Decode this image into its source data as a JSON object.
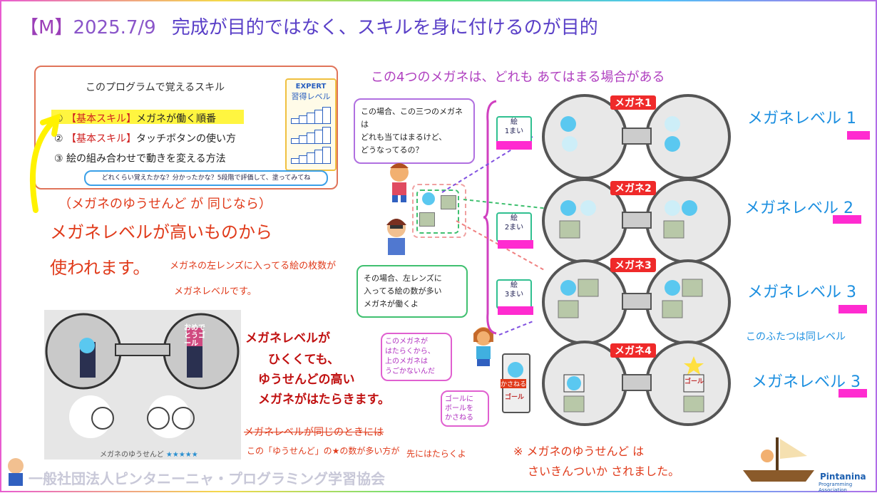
{
  "title": {
    "prefix": "【M】",
    "date": "2025.7/9",
    "main": "完成が目的ではなく、スキルを身に付けるのが目的"
  },
  "card": {
    "heading": "このプログラムで覚えるスキル",
    "skills": [
      {
        "num": "①",
        "bold": "【基本スキル】",
        "text": "メガネが働く順番"
      },
      {
        "num": "②",
        "bold": "【基本スキル】",
        "text": "タッチボタンの使い方"
      },
      {
        "num": "③",
        "bold": "",
        "text": "絵の組み合わせで動きを変える方法"
      }
    ],
    "expert_title": "EXPERT",
    "expert_label": "習得レベル",
    "eval_text": "どれくらい覚えたかな？分かったかな？5段階で評価して、塗ってみてね"
  },
  "notes": {
    "n1": "（メガネのゆうせんど が 同じなら）",
    "n2": "メガネレベルが高いものから",
    "n3": "使われます。",
    "n3b": "メガネの左レンズに入ってる絵の枚数が",
    "n3c": "メガネレベルです。",
    "n4a": "メガネレベルが",
    "n4b": "ひくくても、",
    "n4c": "ゆうせんどの高い",
    "n4d": "メガネがはたらきます。",
    "n5": "メガネレベルが同じのときには",
    "n6a": "この「ゆうせんど」の★の数が多い方が",
    "n6b": "先にはたらくよ",
    "n7a": "※ メガネのゆうせんど は",
    "n7b": "さいきんついか されました。",
    "top": "この4つのメガネは、どれも あてはまる場合がある",
    "same": "このふたつは同レベル"
  },
  "game": {
    "priority_label": "メガネのゆうせんど",
    "stars": "★★★★★",
    "goal_text": "おめでとうゴール"
  },
  "bubbles": {
    "b1": "この場合、この三つのメガネは\nどれも当てはまるけど、\nどうなってるの？",
    "b2": "その場合、左レンズに\n入ってる絵の数が多い\nメガネが働くよ",
    "b3": "このメガネが\nはたらくから、\n上のメガネは\nうごかないんだ",
    "b4": "ゴールに\nボールを\nかさねる"
  },
  "glasses": [
    {
      "tag": "メガネ1",
      "box": "絵\n1まい",
      "level": "メガネレベル 1"
    },
    {
      "tag": "メガネ2",
      "box": "絵\n2まい",
      "level": "メガネレベル 2"
    },
    {
      "tag": "メガネ3",
      "box": "絵\n3まい",
      "level": "メガネレベル 3"
    },
    {
      "tag": "メガネ4",
      "box": "",
      "level": "メガネレベル 3"
    }
  ],
  "kasaneru": "かさねる",
  "goal": "ゴール",
  "footer": "一般社団法人ピンタニーニャ・プログラミング学習協会",
  "logo": "Pintanina",
  "logo_sub": "Programming Association"
}
